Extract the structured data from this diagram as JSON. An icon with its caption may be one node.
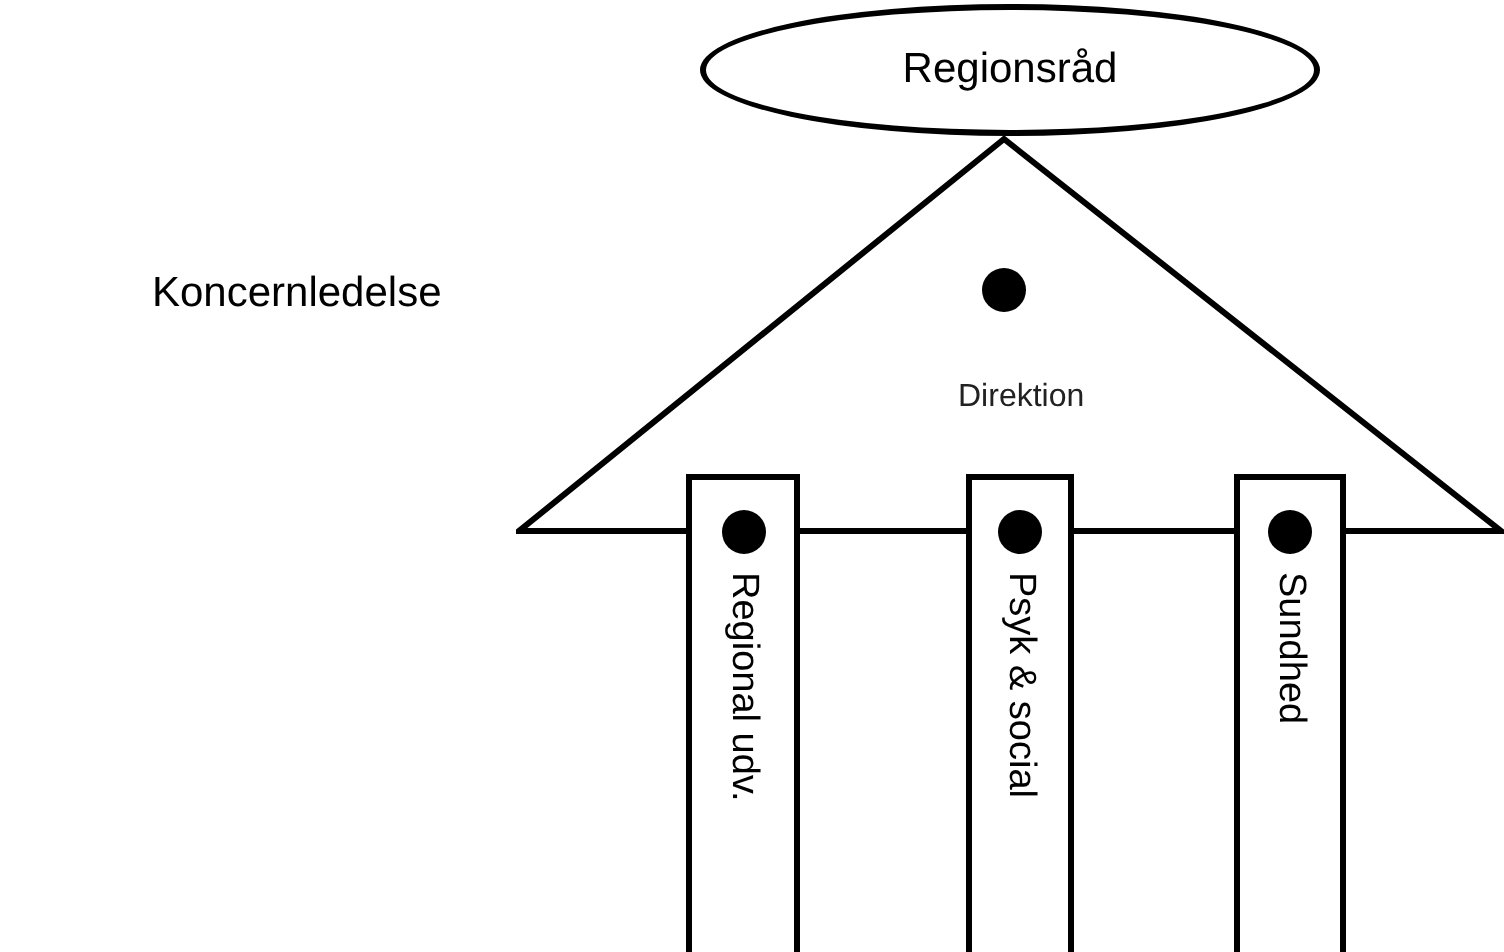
{
  "diagram": {
    "nodes": [
      {
        "text": [
          "Regionsråd"
        ]
      },
      {
        "text": [
          "Direktion"
        ]
      },
      {
        "text": [
          "Regional udv."
        ]
      },
      {
        "text": [
          "Psyk & social"
        ]
      },
      {
        "text": [
          "Sundhed"
        ]
      }
    ],
    "labels": [
      "Koncernledelse"
    ]
  }
}
